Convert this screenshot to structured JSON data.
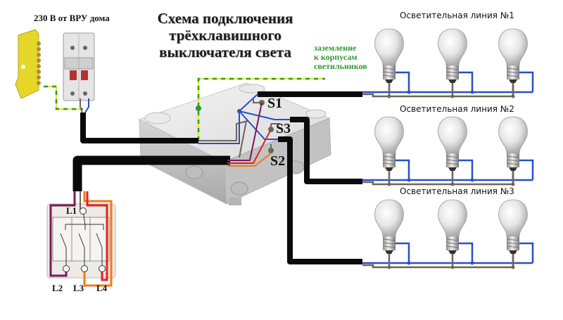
{
  "title": {
    "line1": "Схема подключения трёхклавишного",
    "line2": "выключателя света"
  },
  "source_label": "230 В от ВРУ дома",
  "ground_label": [
    "заземление",
    "к корпусам",
    "светильников"
  ],
  "lighting_lines": [
    {
      "label": "Осветительная линия №1",
      "lamp_count": 3
    },
    {
      "label": "Осветительная линия №2",
      "lamp_count": 3
    },
    {
      "label": "Осветительная линия №3",
      "lamp_count": 3
    }
  ],
  "junction_terminals": [
    "S1",
    "S3",
    "S2"
  ],
  "switch_terminals": [
    "L1",
    "L2",
    "L3",
    "L4"
  ],
  "colors": {
    "phase_brown": "#6e6559",
    "neutral_blue": "#2a4fc8",
    "ground_green": "#2e9a2e",
    "ground_yellow": "#e8e830",
    "wire_purple": "#7a1a5a",
    "wire_red": "#e52020",
    "wire_orange": "#f07a18",
    "cable_black": "#0a0a0a",
    "bus_yellow": "#e6d62a"
  }
}
